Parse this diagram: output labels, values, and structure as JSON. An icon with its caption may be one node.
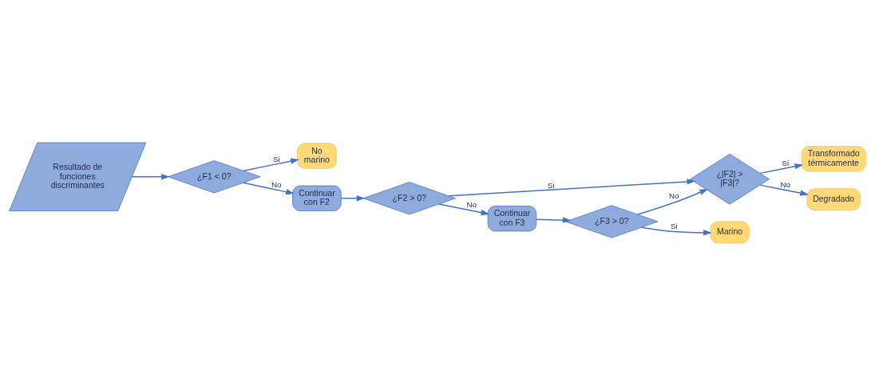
{
  "diagram": {
    "nodes": [
      {
        "text": [
          "Resultado de funciones discriminantes"
        ]
      },
      {
        "text": [
          "No marino"
        ]
      },
      {
        "text": [
          "¿F1 < 0?"
        ]
      },
      {
        "text": [
          "Continuar con F2"
        ]
      },
      {
        "text": [
          "¿F2 > 0?"
        ]
      },
      {
        "text": [
          "Transformado térmicamente"
        ]
      },
      {
        "text": [
          "¿|F2| > |F3|?"
        ]
      },
      {
        "text": [
          "Degradado"
        ]
      },
      {
        "text": [
          "Continuar con F3"
        ]
      },
      {
        "text": [
          "¿F3 > 0?"
        ]
      },
      {
        "text": [
          "Marino"
        ]
      }
    ],
    "edges": [
      {
        "from": 0,
        "to": 2,
        "arrow": "to"
      },
      {
        "from": 2,
        "to": 1,
        "arrow": "to",
        "label": "Si"
      },
      {
        "from": 2,
        "to": 3,
        "arrow": "to",
        "label": "No"
      },
      {
        "from": 3,
        "to": 4,
        "arrow": "to"
      },
      {
        "from": 4,
        "to": 6,
        "arrow": "to",
        "label": "Si"
      },
      {
        "from": 4,
        "to": 8,
        "arrow": "to",
        "label": "No"
      },
      {
        "from": 6,
        "to": 5,
        "arrow": "to",
        "label": "Si"
      },
      {
        "from": 6,
        "to": 7,
        "arrow": "to",
        "label": "No"
      },
      {
        "from": 8,
        "to": 9,
        "arrow": "to"
      },
      {
        "from": 9,
        "to": 6,
        "arrow": "to",
        "label": "No"
      },
      {
        "from": 9,
        "to": 10,
        "arrow": "to",
        "label": "Si"
      }
    ]
  }
}
